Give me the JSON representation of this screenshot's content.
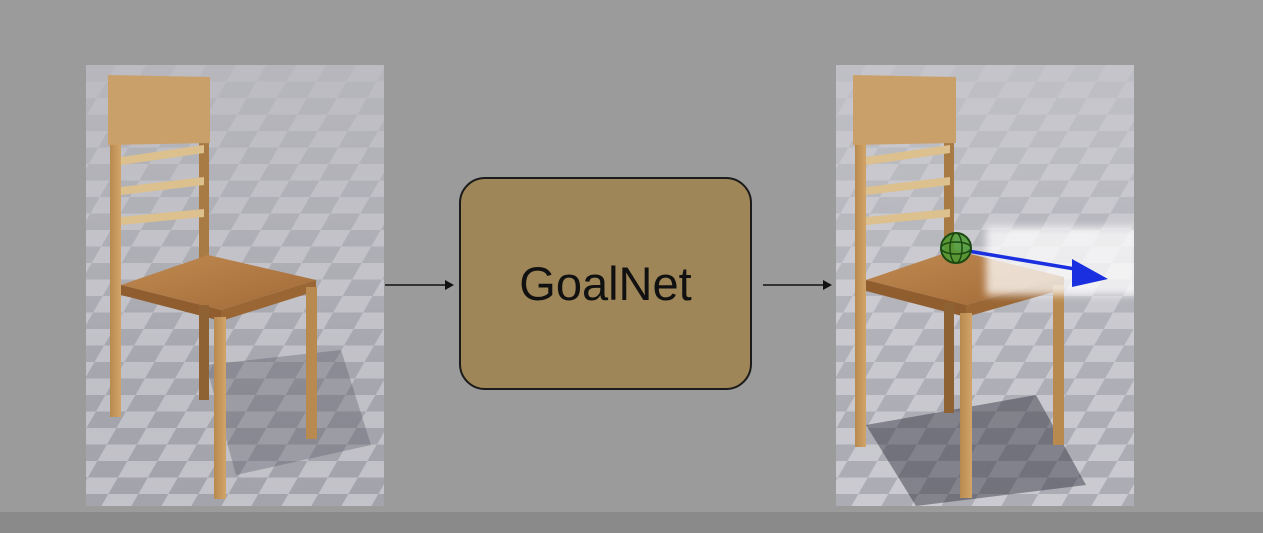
{
  "diagram": {
    "model_label": "GoalNet",
    "colors": {
      "background": "#9b9b9b",
      "model_box_fill": "#9e8658",
      "model_box_border": "#1b1b1b",
      "goal_arrow": "#1a2fe0",
      "goal_marker": "#3f8f2a"
    },
    "icons": [
      "chair-image-input",
      "chair-image-output",
      "goal-marker-icon",
      "goal-direction-arrow"
    ]
  }
}
